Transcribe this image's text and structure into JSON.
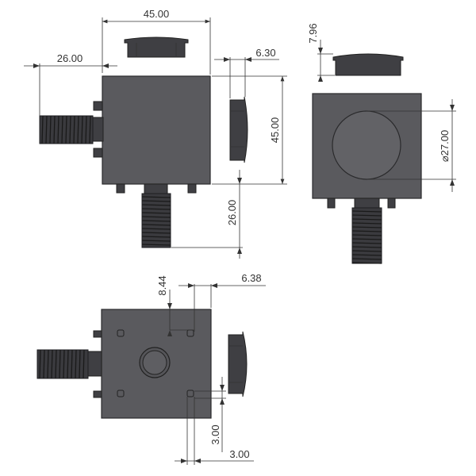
{
  "drawing": {
    "front_view": {
      "width": "45.00",
      "thread_left_offset": "26.00",
      "cap_thickness": "6.30",
      "height": "45.00",
      "thread_bottom_offset": "26.00"
    },
    "side_view": {
      "cap_height": "7.96",
      "cap_diameter": "⌀27.00"
    },
    "top_view": {
      "hole_offset_y": "8.44",
      "hole_offset_x": "6.38",
      "hole_size_y": "3.00",
      "hole_size_x": "3.00"
    }
  }
}
